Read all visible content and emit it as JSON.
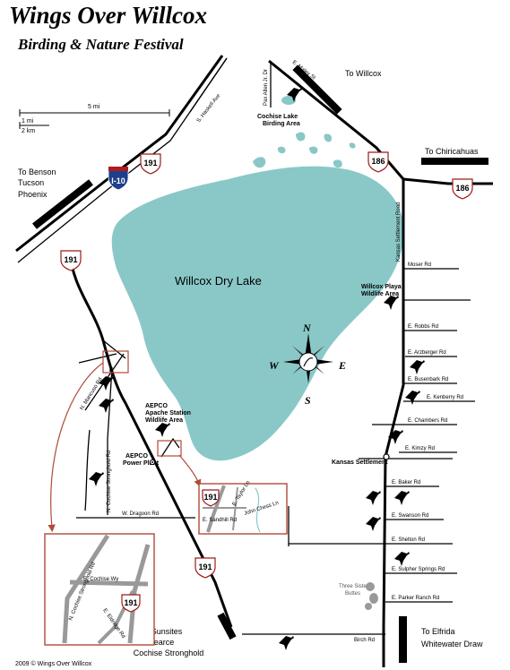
{
  "header": {
    "title": "Wings Over Willcox",
    "subtitle": "Birding & Nature Festival"
  },
  "scale": {
    "top_label": "5 mi",
    "mi_label": "1 mi",
    "km_label": "2 km"
  },
  "destinations": {
    "willcox": "To Willcox",
    "chiricahuas": "To Chiricahuas",
    "benson_1": "To Benson",
    "benson_2": "Tucson",
    "benson_3": "Phoenix",
    "sunsites_1": "To Sunsites",
    "sunsites_2": "Pearce",
    "sunsites_3": "Cochise Stronghold",
    "elfrida_1": "To Elfrida",
    "elfrida_2": "Whitewater Draw"
  },
  "highways": {
    "us191_top": "191",
    "i10": "I-10",
    "us191_left": "191",
    "us186_top": "186",
    "us186_right": "186",
    "us191_bottom": "191",
    "inset_191": "191",
    "inset_b_191": "191"
  },
  "lake": {
    "name": "Willcox Dry Lake"
  },
  "compass": {
    "n": "N",
    "s": "S",
    "e": "E",
    "w": "W"
  },
  "areas": {
    "cochise_lake_1": "Cochise Lake",
    "cochise_lake_2": "Birding Area",
    "playa_1": "Willcox Playa",
    "playa_2": "Wildlife Area",
    "aepco_a_1": "AEPCO",
    "aepco_a_2": "Apache Station",
    "aepco_a_3": "Wildlife Area",
    "aepco_b_1": "AEPCO",
    "aepco_b_2": "Power Plant",
    "kansas_settlement": "Kansas Settlement",
    "three_sisters_1": "Three Sisters",
    "three_sisters_2": "Buttes"
  },
  "roads": {
    "maley": "E. Maley St",
    "pax_allen": "Pax Allen Jr. Dr",
    "haskell": "S. Haskell Ave",
    "kansas_settlement_rd": "Kansas Settlement Road",
    "moser": "Moser Rd",
    "robbs": "E. Robbs Rd",
    "arzberger": "E. Arzberger Rd",
    "busenbark": "E. Busenbark Rd",
    "kenberry": "E. Kenberry Rd",
    "chambers": "E. Chambers Rd",
    "kimzy": "E. Kimzy Rd",
    "baker": "E. Baker Rd",
    "swanson": "E. Swanson Rd",
    "shelton": "E. Shelton Rd",
    "sulpher": "E. Sulpher Springs Rd",
    "parker_ranch": "E. Parker Ranch Rd",
    "birch": "Birch Rd",
    "n_mancuso": "N. Mancuso Rd",
    "n_cochise_stronghold": "N. Cochise Stronghold Rd",
    "w_dragoon": "W. Dragoon Rd",
    "e_taylor": "E. Taylor Ln",
    "e_sandhill": "E. Sandhill Rd",
    "john_chess": "John Chess Ln",
    "inset_stronghold": "N. Cochise Stronghold Rd",
    "inset_cochise_wy": "E. Cochise Wy",
    "inset_eldridge": "E. Eldridge Rd"
  },
  "copyright": "2009 © Wings Over Willcox"
}
